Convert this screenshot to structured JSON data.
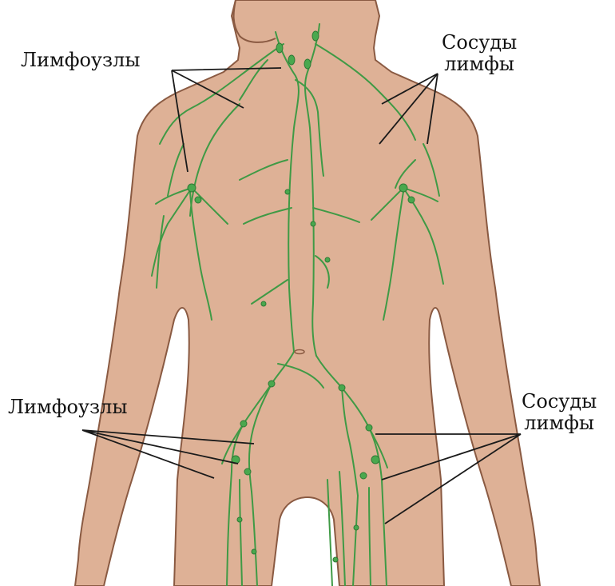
{
  "labels": {
    "nodes_top": "Лимфоузлы",
    "vessels_top": [
      "Сосуды",
      "лимфы"
    ],
    "nodes_bottom": "Лимфоузлы",
    "vessels_bottom": [
      "Сосуды",
      "лимфы"
    ]
  },
  "colors": {
    "skin": "#deb196",
    "skin_outline": "#8a5a42",
    "lymph": "#3f9a45",
    "lymph_node": "#4aa84e",
    "leader_line": "#1a1a1a"
  }
}
